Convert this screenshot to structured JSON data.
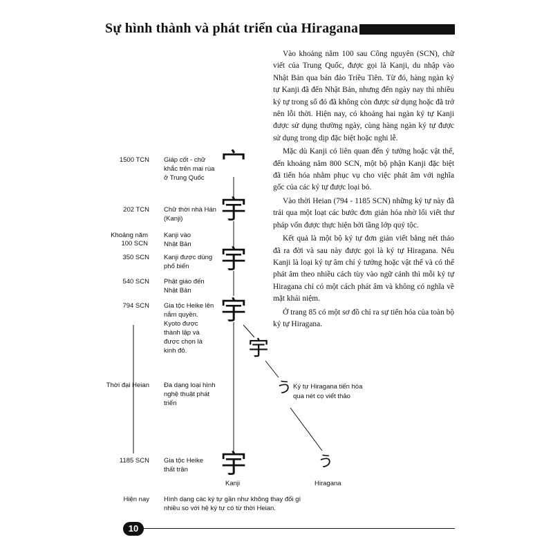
{
  "title": "Sự hình thành và phát triển của Hiragana",
  "paragraphs": [
    "Vào khoảng năm 100 sau Công nguyên (SCN), chữ viết của Trung Quốc, được gọi là Kanji, du nhập vào Nhật Bản qua bán đảo Triều Tiên. Từ đó, hàng ngàn ký tự Kanji đã đến Nhật Bản, nhưng đến ngày nay thì nhiều ký tự trong số đó đã không còn được sử dụng hoặc đã trở nên lỗi thời. Hiện nay, có khoảng hai ngàn ký tự Kanji được sử dụng thường ngày, cùng hàng ngàn ký tự được sử dụng trong dịp đặc biệt hoặc nghi lễ.",
    "Mặc dù Kanji có liên quan đến ý tưởng hoặc vật thể, đến khoảng năm 800 SCN, một bộ phận Kanji đặc biệt đã tiến hóa nhằm phục vụ cho việc phát âm với nghĩa gốc của các ký tự được loại bỏ.",
    "Vào thời Heian (794 - 1185 SCN) những ký tự này đã trải qua một loạt các bước đơn giản hóa nhờ lối viết thư pháp vốn được thực hiện bởi tầng lớp quý tộc.",
    "Kết quả là một bộ ký tự đơn giản viết bằng nét thảo đã ra đời và sau này được gọi là ký tự Hiragana. Nếu Kanji là loại ký tự âm chỉ ý tưởng hoặc vật thể và có thể phát âm theo nhiều cách tùy vào ngữ cảnh thì mỗi ký tự Hiragana chỉ có một cách phát âm và không có nghĩa về mặt khái niệm.",
    "Ở trang 85 có một sơ đồ chỉ ra sự tiến hóa của toàn bộ ký tự Hiragana."
  ],
  "timeline": [
    {
      "date": "1500 TCN",
      "desc": "Giáp cốt - chữ khắc trên mai rùa ở Trung Quốc"
    },
    {
      "date": "202 TCN",
      "desc": "Chữ thời nhà Hán (Kanji)"
    },
    {
      "date": "Khoảng năm 100 SCN",
      "desc": "Kanji vào Nhật Bản"
    },
    {
      "date": "350 SCN",
      "desc": "Kanji được dùng phổ biến"
    },
    {
      "date": "540 SCN",
      "desc": "Phật giáo đến Nhật Bản"
    },
    {
      "date": "794 SCN",
      "desc": "Gia tộc Heike lên nắm quyền. Kyoto được thành lập và được chọn là kinh đô."
    },
    {
      "date": "Thời đại Heian",
      "desc": "Đa dạng loại hình nghệ thuật phát triển"
    },
    {
      "date": "1185 SCN",
      "desc": "Gia tộc Heike thất trận"
    },
    {
      "date": "Hiện nay",
      "desc": "Hình dạng các ký tự gần như không thay đổi gì nhiều so với hệ ký tự có từ thời Heian."
    }
  ],
  "glyphs": {
    "ancient": "宀",
    "kanji": "宇",
    "cursive1": "宇",
    "cursive2": "う",
    "hiragana": "う"
  },
  "labels": {
    "kanji": "Kanji",
    "hiragana": "Hiragana",
    "evolution_note": "Ký tự Hiragana tiến hóa qua nét cọ viết thảo"
  },
  "page_number": "10"
}
